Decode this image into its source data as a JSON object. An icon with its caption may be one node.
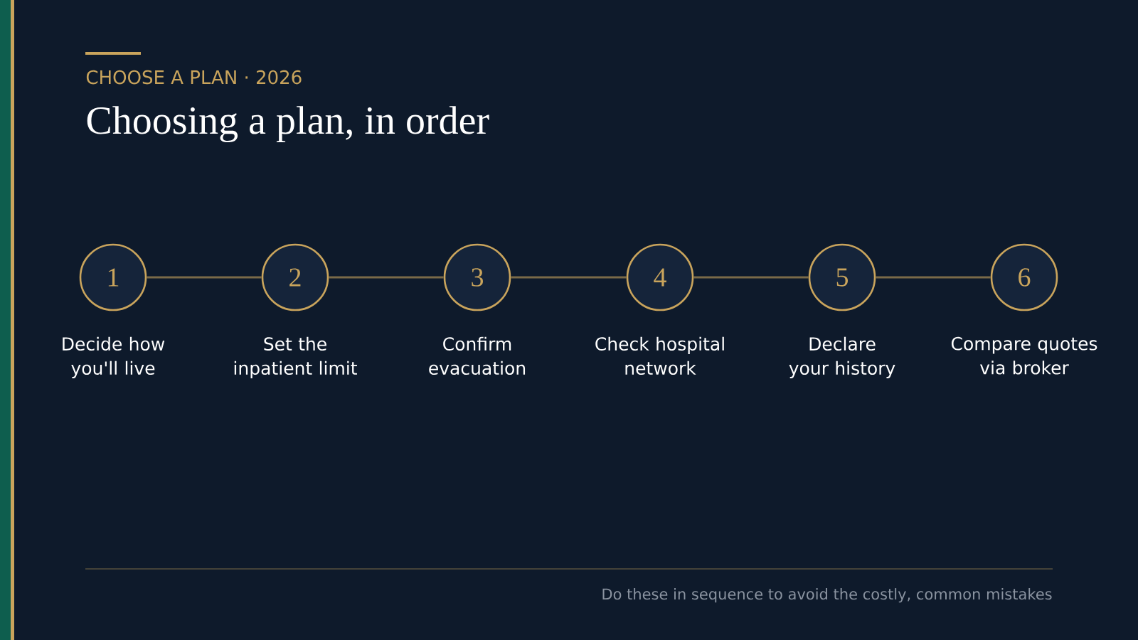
{
  "diagram": {
    "title": "Choosing a plan, in order",
    "caption": "Do these in sequence to avoid the costly, common mistakes",
    "labels": [
      "CHOOSE A PLAN · 2026"
    ],
    "nodes": [
      {
        "text": [
          "1"
        ],
        "beside": [
          "Decide how you'll live"
        ]
      },
      {
        "text": [
          "2"
        ],
        "beside": [
          "Set the inpatient limit"
        ]
      },
      {
        "text": [
          "3"
        ],
        "beside": [
          "Confirm evacuation"
        ]
      },
      {
        "text": [
          "4"
        ],
        "beside": [
          "Check hospital network"
        ]
      },
      {
        "text": [
          "5"
        ],
        "beside": [
          "Declare your history"
        ]
      },
      {
        "text": [
          "6"
        ],
        "beside": [
          "Compare quotes via broker"
        ]
      }
    ],
    "edges": [
      {
        "from": 0,
        "to": 1,
        "arrow": "none"
      },
      {
        "from": 1,
        "to": 2,
        "arrow": "none"
      },
      {
        "from": 2,
        "to": 3,
        "arrow": "none"
      },
      {
        "from": 3,
        "to": 4,
        "arrow": "none"
      },
      {
        "from": 4,
        "to": 5,
        "arrow": "none"
      }
    ]
  }
}
